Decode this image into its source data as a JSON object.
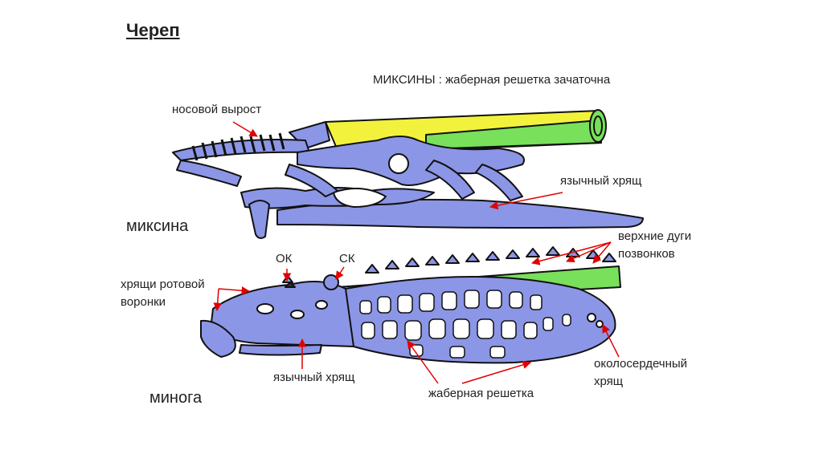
{
  "slide": {
    "title": "Череп",
    "subtitle": "МИКСИНЫ : жаберная решетка зачаточна"
  },
  "labels": {
    "nasal_process": "носовой вырост",
    "lingual_cartilage_top": "язычный хрящ",
    "upper_arches_line1": "верхние дуги",
    "upper_arches_line2": "позвонков",
    "ok": "ОК",
    "sk": "СК",
    "oral_funnel_line1": "хрящи ротовой",
    "oral_funnel_line2": "воронки",
    "lingual_cartilage_bottom": "язычный хрящ",
    "gill_grid": "жаберная решетка",
    "pericardial_line1": "околосердечный",
    "pericardial_line2": "хрящ",
    "hagfish": "миксина",
    "lamprey": "минога"
  },
  "colors": {
    "cartilage": "#8c96e6",
    "outline": "#111111",
    "notochord_yellow": "#f2f23c",
    "notochord_green": "#78e05a",
    "arrow": "#e00000"
  }
}
